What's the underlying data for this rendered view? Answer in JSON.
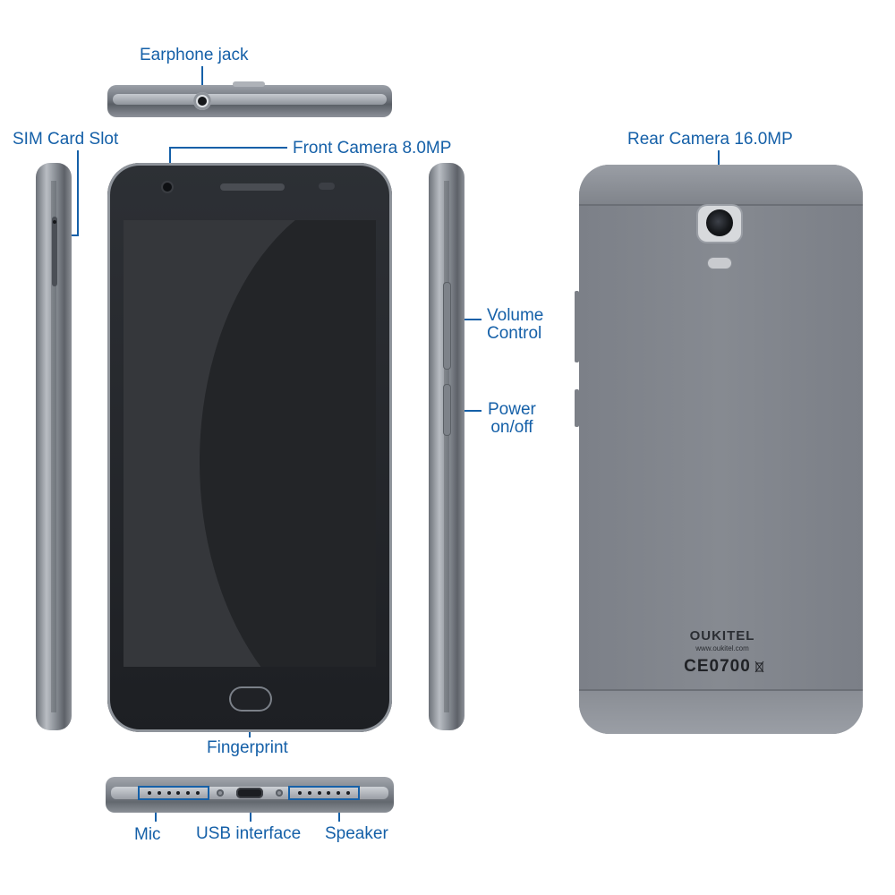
{
  "labels": {
    "earphone_jack": "Earphone jack",
    "sim_card_slot": "SIM Card Slot",
    "front_camera": "Front Camera 8.0MP",
    "rear_camera": "Rear Camera 16.0MP",
    "volume_control_line1": "Volume",
    "volume_control_line2": "Control",
    "power_line1": "Power",
    "power_line2": "on/off",
    "fingerprint": "Fingerprint",
    "mic": "Mic",
    "usb_interface": "USB interface",
    "speaker": "Speaker"
  },
  "phone_back": {
    "brand": "OUKITEL",
    "website": "www.oukitel.com",
    "certification": "CE0700"
  },
  "colors": {
    "label_accent": "#1560a8",
    "body_gray": "#868a91",
    "screen": "#35373b"
  },
  "icons": [
    "weee-bin-icon"
  ]
}
